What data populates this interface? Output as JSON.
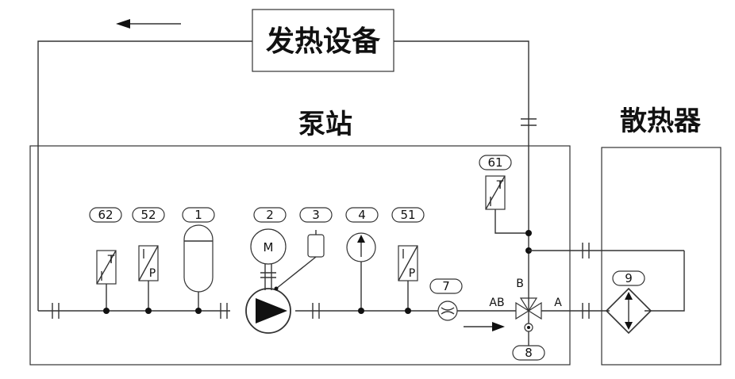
{
  "title_heat_equipment": "发热设备",
  "title_pump_station": "泵站",
  "title_radiator": "散热器",
  "tags": {
    "t1": "1",
    "t2": "2",
    "t3": "3",
    "t4": "4",
    "t51": "51",
    "t52": "52",
    "t61": "61",
    "t62": "62",
    "t7": "7",
    "t8": "8",
    "t9": "9"
  },
  "symbols": {
    "motor": "M",
    "temp": "T",
    "pressure_p": "P",
    "port_ab": "AB",
    "port_a": "A",
    "port_b": "B"
  },
  "icons": [
    "left-arrow-icon",
    "right-arrow-icon",
    "pump-icon",
    "motor-icon",
    "three-way-valve-icon",
    "heat-exchanger-icon",
    "flow-meter-icon",
    "gauge-icon",
    "accumulator-icon",
    "temperature-sensor-icon",
    "pressure-sensor-icon"
  ]
}
